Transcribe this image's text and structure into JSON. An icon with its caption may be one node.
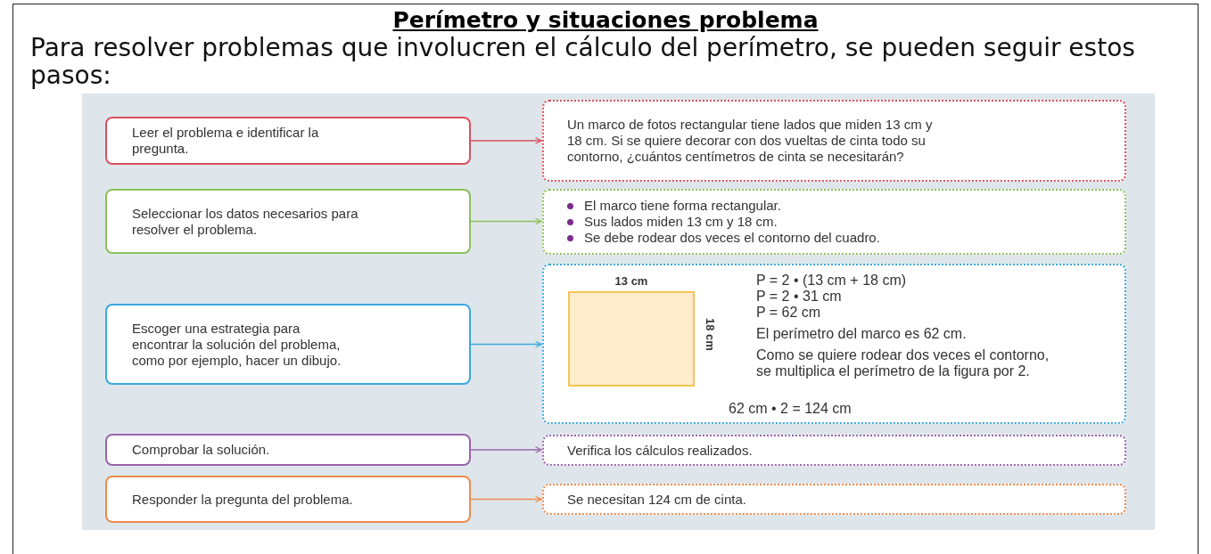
{
  "diagram": {
    "title": "Perímetro y situaciones problema",
    "nodes": [
      {
        "text": [
          "Leer el problema e identificar la pregunta."
        ]
      },
      {
        "text": [
          "Un marco de fotos rectangular tiene lados que miden 13 cm y 18 cm. Si se quiere decorar con dos vueltas de cinta todo su contorno, ¿cuántos centímetros de cinta se necesitarán?"
        ]
      },
      {
        "text": [
          "Seleccionar los datos necesarios para resolver el problema."
        ]
      },
      {
        "text": [
          "El marco tiene forma rectangular.",
          "Sus lados miden 13 cm y 18 cm.",
          "Se debe rodear dos veces el contorno del cuadro."
        ]
      },
      {
        "text": [
          "Escoger una estrategia para encontrar la solución del problema, como por ejemplo, hacer un dibujo."
        ]
      },
      {
        "text": [
          "P = 2 • (13 cm + 18 cm)",
          "P = 2 • 31 cm",
          "P = 62 cm",
          "El perímetro del marco es 62 cm.",
          "Como se quiere rodear dos veces el contorno, se multiplica el perímetro de la figura por 2.",
          "62 cm • 2 = 124 cm"
        ]
      },
      {
        "text": [],
        "shape": "box",
        "in": 5,
        "beside": [
          "13 cm",
          "18 cm"
        ]
      },
      {
        "text": [
          "Comprobar la solución."
        ]
      },
      {
        "text": [
          "Verifica los cálculos realizados."
        ]
      },
      {
        "text": [
          "Responder la pregunta del problema."
        ]
      },
      {
        "text": [
          "Se necesitan 124 cm de cinta."
        ]
      }
    ],
    "edges": [
      {
        "from": 0,
        "to": 1,
        "arrow": "to",
        "color": "#d9505e"
      },
      {
        "from": 2,
        "to": 3,
        "arrow": "to",
        "color": "#8dc05a"
      },
      {
        "from": 4,
        "to": 5,
        "arrow": "to",
        "color": "#3aa8df"
      },
      {
        "from": 7,
        "to": 8,
        "arrow": "to",
        "color": "#9a64ad"
      },
      {
        "from": 9,
        "to": 10,
        "arrow": "to",
        "color": "#ef8a4c"
      }
    ],
    "labels": [
      "Para resolver problemas que involucren el cálculo del perímetro, se pueden seguir estos pasos:"
    ]
  }
}
